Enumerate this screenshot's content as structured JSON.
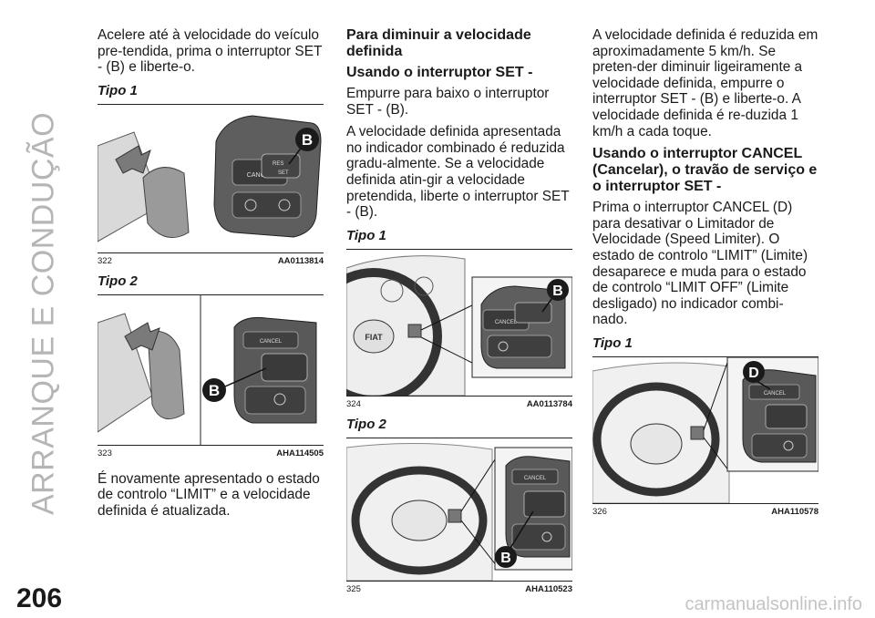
{
  "sidebar": {
    "title": "ARRANQUE E CONDUÇÃO"
  },
  "footer": {
    "page_number": "206",
    "watermark": "carmanualsonline.info"
  },
  "icons": {
    "callout_b": "B",
    "callout_d": "D",
    "cancel_label": "CANCEL",
    "res_label": "RES",
    "set_label": "SET",
    "brand": "FIAT"
  },
  "col1": {
    "p1": "Acelere até à velocidade do veículo pre-tendida, prima o interruptor SET - (B) e liberte-o.",
    "tipo1": "Tipo 1",
    "fig322": {
      "num": "322",
      "code": "AA0113814"
    },
    "tipo2": "Tipo 2",
    "fig323": {
      "num": "323",
      "code": "AHA114505"
    },
    "p2": "É novamente apresentado o estado de controlo “LIMIT” e a velocidade definida é atualizada."
  },
  "col2": {
    "h1": "Para diminuir a velocidade definida",
    "h2": "Usando o interruptor SET -",
    "p1": "Empurre para baixo o interruptor SET - (B).",
    "p2": "A velocidade definida apresentada no indicador combinado é reduzida gradu-almente. Se a velocidade definida atin-gir a velocidade pretendida, liberte o interruptor SET - (B).",
    "tipo1": "Tipo 1",
    "fig324": {
      "num": "324",
      "code": "AA0113784"
    },
    "tipo2": "Tipo 2",
    "fig325": {
      "num": "325",
      "code": "AHA110523"
    }
  },
  "col3": {
    "p1": "A velocidade definida é reduzida em aproximadamente 5 km/h. Se preten-der diminuir ligeiramente a velocidade definida, empurre o interruptor SET - (B) e liberte-o. A velocidade definida é re-duzida 1 km/h a cada toque.",
    "h1": "Usando o interruptor CANCEL (Cancelar), o travão de serviço e o interruptor SET -",
    "p2": "Prima o interruptor CANCEL (D) para desativar o Limitador de Velocidade (Speed Limiter). O estado de controlo “LIMIT” (Limite) desaparece e muda para o estado de controlo “LIMIT OFF” (Limite desligado) no indicador combi-nado.",
    "tipo1": "Tipo 1",
    "fig326": {
      "num": "326",
      "code": "AHA110578"
    }
  }
}
